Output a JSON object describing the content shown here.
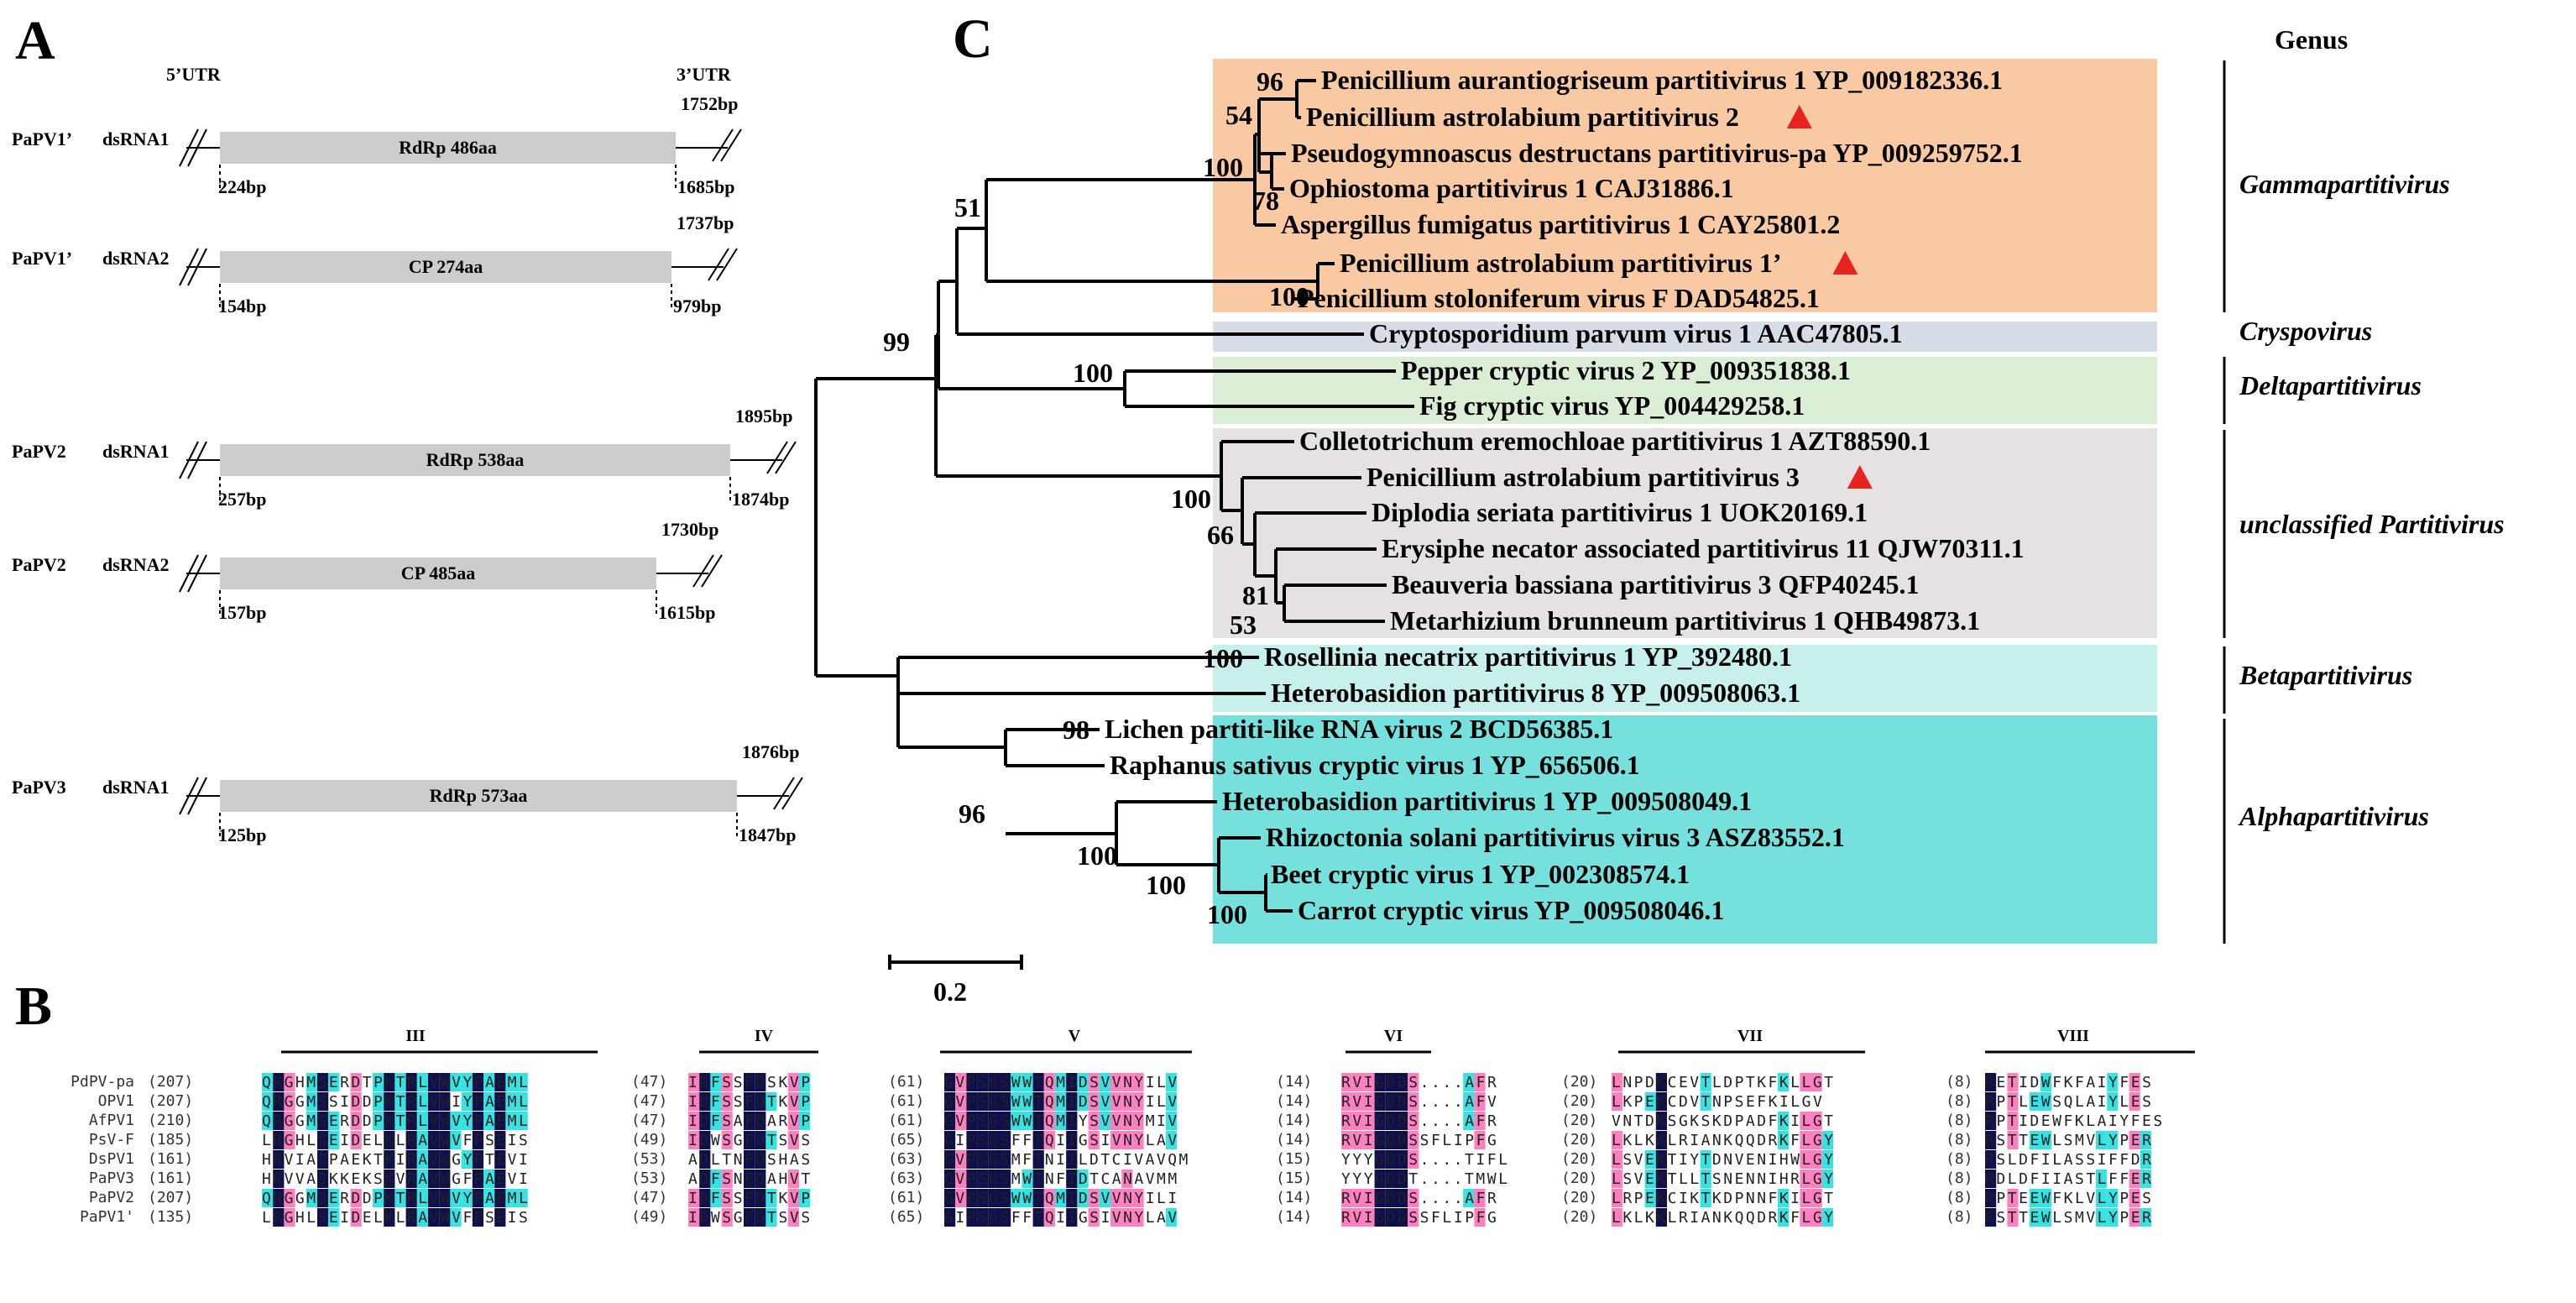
{
  "figure": {
    "panel_labels": {
      "a": "A",
      "b": "B",
      "c": "C"
    }
  },
  "panel_a": {
    "utr5": "5’UTR",
    "utr3": "3’UTR",
    "segments": [
      {
        "virus": "PaPV1’",
        "segment": "dsRNA1",
        "protein": "RdRp   486aa",
        "start": "224bp",
        "end": "1685bp",
        "total": "1752bp"
      },
      {
        "virus": "PaPV1’",
        "segment": "dsRNA2",
        "protein": "CP   274aa",
        "start": "154bp",
        "end": "979bp",
        "total": "1737bp"
      },
      {
        "virus": "PaPV2",
        "segment": "dsRNA1",
        "protein": "RdRp   538aa",
        "start": "257bp",
        "end": "1874bp",
        "total": "1895bp"
      },
      {
        "virus": "PaPV2",
        "segment": "dsRNA2",
        "protein": "CP   485aa",
        "start": "157bp",
        "end": "1615bp",
        "total": "1730bp"
      },
      {
        "virus": "PaPV3",
        "segment": "dsRNA1",
        "protein": "RdRp   573aa",
        "start": "125bp",
        "end": "1847bp",
        "total": "1876bp"
      }
    ]
  },
  "panel_c": {
    "genus_header": "Genus",
    "scale_label": "0.2",
    "colors": {
      "gamma": "#f8c9a2",
      "cryspo": "#d6dde6",
      "delta": "#dcedd5",
      "unclassified": "#e6e2e2",
      "beta": "#c7f0ec",
      "alpha": "#76e0dc",
      "marker": "#e8231f"
    },
    "leaves": [
      "Penicillium aurantiogriseum partitivirus 1 YP_009182336.1",
      "Penicillium astrolabium partitivirus 2",
      "Pseudogymnoascus destructans partitivirus-pa YP_009259752.1",
      "Ophiostoma partitivirus 1 CAJ31886.1",
      "Aspergillus fumigatus partitivirus 1 CAY25801.2",
      "Penicillium astrolabium partitivirus 1’",
      "Penicillium stoloniferum virus F DAD54825.1",
      "Cryptosporidium parvum virus 1 AAC47805.1",
      "Pepper cryptic virus 2 YP_009351838.1",
      "Fig cryptic virus YP_004429258.1",
      "Colletotrichum eremochloae partitivirus 1 AZT88590.1",
      "Penicillium astrolabium partitivirus 3",
      "Diplodia seriata partitivirus 1 UOK20169.1",
      "Erysiphe necator associated partitivirus 11 QJW70311.1",
      "Beauveria bassiana partitivirus 3 QFP40245.1",
      "Metarhizium brunneum partitivirus 1 QHB49873.1",
      "Rosellinia necatrix partitivirus 1 YP_392480.1",
      "Heterobasidion partitivirus 8 YP_009508063.1",
      "Lichen partiti-like RNA virus 2 BCD56385.1",
      "Raphanus sativus cryptic virus 1 YP_656506.1",
      "Heterobasidion partitivirus 1 YP_009508049.1",
      "Rhizoctonia solani partitivirus virus 3 ASZ83552.1",
      "Beet cryptic virus 1 YP_002308574.1",
      "Carrot cryptic virus YP_009508046.1"
    ],
    "bootstraps": [
      "96",
      "54",
      "100",
      "78",
      "51",
      "100",
      "99",
      "100",
      "100",
      "66",
      "81",
      "53",
      "100",
      "98",
      "96",
      "100",
      "100",
      "100"
    ],
    "genera": [
      "Gammapartitivirus",
      "Cryspovirus",
      "Deltapartitivirus",
      "unclassified Partitivirus",
      "Betapartitivirus",
      "Alphapartitivirus"
    ]
  },
  "panel_b": {
    "motifs": [
      "III",
      "IV",
      "V",
      "VI",
      "VII",
      "VIII"
    ],
    "names": [
      "PdPV-pa",
      "OPV1",
      "AfPV1",
      "PsV-F",
      "DsPV1",
      "PaPV3",
      "PaPV2",
      "PaPV1'"
    ],
    "rows": [
      {
        "pos": "(207)",
        "g": [
          "(47)",
          "(61)",
          "(14)",
          "(20)",
          "(8)"
        ]
      },
      {
        "pos": "(207)",
        "g": [
          "(47)",
          "(61)",
          "(14)",
          "(20)",
          "(8)"
        ]
      },
      {
        "pos": "(210)",
        "g": [
          "(47)",
          "(61)",
          "(14)",
          "(20)",
          "(8)"
        ]
      },
      {
        "pos": "(185)",
        "g": [
          "(49)",
          "(65)",
          "(14)",
          "(20)",
          "(8)"
        ]
      },
      {
        "pos": "(161)",
        "g": [
          "(53)",
          "(63)",
          "(15)",
          "(20)",
          "(8)"
        ]
      },
      {
        "pos": "(161)",
        "g": [
          "(53)",
          "(63)",
          "(15)",
          "(20)",
          "(8)"
        ]
      },
      {
        "pos": "(207)",
        "g": [
          "(47)",
          "(61)",
          "(14)",
          "(20)",
          "(8)"
        ]
      },
      {
        "pos": "(135)",
        "g": [
          "(49)",
          "(65)",
          "(14)",
          "(20)",
          "(8)"
        ]
      }
    ],
    "blocks": [
      [
        "QRGHMSERDTPKTRLVWVYPAEML",
        "QRGGMSSIDDPKTRLVWIYPAEML",
        "QRGGMSERDDPKTRLVWVYPAEML",
        "LRGHLSEIDELKLRAVWVFPSEIS",
        "HRVIASPAEKTKIRAVWGYPTEVI",
        "HRVVASKKEKSKVRAVWGFPAEVI",
        "QRGGMSERDDPKTRLVWVYPAEML",
        "LRGHLSEIDELKLRAVWVFPSEIS"
      ],
      [
        "IDFSSFDSKVP",
        "IDFSSFDTKVP",
        "IDFSAFDARVP",
        "IDWSGFDTSVS",
        "ADLTNFDSHAS",
        "ADFSNFDAHVT",
        "IDFSSFDTKVP",
        "IDWSGFDTSVS"
      ],
      [
        "GVPSGSWWTQMIDSVVNYILV",
        "GVPSGSWWTQMIDSVVNYILV",
        "GVPSGSWWTQMIYSVVNYMIV",
        "GIPSGSFFTQIIGSIVNYLAV",
        "GVPSGSMFTNIILDTCIVAVQM",
        "GVPSGSMWTNFIDTCANAVMM",
        "GVPSGSWWTQMIDSVVNYILI",
        "GIPSGSFFTQIIGSIVNYLAV"
      ],
      [
        "RVIGDDS....AFR",
        "RVIGDDS....AFV",
        "RVIGDDS....AFR",
        "RVIGDDSSFLIPFG",
        "YYYGDDS....TIFL",
        "YYYGDDT....TMWL",
        "RVIGDDS....AFR",
        "RVIGDDSSFLIPFG"
      ],
      [
        "LNPDKCEVTLDPTKFKLLGT",
        "LKPEKCDVTNPSEFKILGV",
        "VNTDKSGKSKDPADFKILGT",
        "LKLKKLRIANKQQDRKFLGY",
        "LSVEKTIYTDNVENIHWLGY",
        "LSVEKTLLTSNENNIHRLGY",
        "LRPEKCIKTKDPNNFKILGT",
        "LKLKKLRIANKQQDRKFLGY"
      ],
      [
        "RETIDWFKFAIYFES",
        "RPTLEWSQLAIYLES",
        "RPTIDEWFKLAIYFES",
        "RSTTEWLSMVLYPER",
        "RSLDFILASSIFFDR",
        "RDLDFIIASTLFFER",
        "RPTEEWFKLVLYPES",
        "RSTTEWLSMVLYPER"
      ]
    ]
  }
}
